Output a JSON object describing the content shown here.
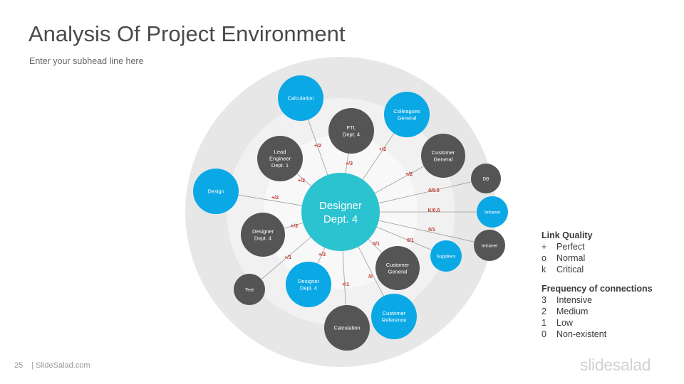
{
  "title": "Analysis Of Project Environment",
  "subtitle": "Enter your subhead  line here",
  "colors": {
    "blue": "#0ba8e6",
    "dark": "#555555",
    "center": "#2bc3d0",
    "link": "#c0392b",
    "ring_outer": "#e7e7e7",
    "ring_mid": "#f1f1f1",
    "ring_inner": "#f8f8f8"
  },
  "center_node": {
    "line1": "Designer",
    "line2": "Dept. 4"
  },
  "nodes": [
    {
      "lines": [
        "Calculation"
      ],
      "color": "blue",
      "link": "+/2"
    },
    {
      "lines": [
        "FTL",
        "Dept. 4"
      ],
      "color": "dark",
      "link": "+/3"
    },
    {
      "lines": [
        "Colleagues",
        "General"
      ],
      "color": "blue",
      "link": "+/2"
    },
    {
      "lines": [
        "Lead",
        "Engineer",
        "Dept. 1"
      ],
      "color": "dark",
      "link": "+/2"
    },
    {
      "lines": [
        "Customer",
        "General"
      ],
      "color": "dark",
      "link": "+/2"
    },
    {
      "lines": [
        "Design"
      ],
      "color": "blue",
      "link": "+/2"
    },
    {
      "lines": [
        "DB"
      ],
      "color": "dark",
      "link": "0/0.5"
    },
    {
      "lines": [
        "Intranet"
      ],
      "color": "blue",
      "link": "K/0.5"
    },
    {
      "lines": [
        "Intranet"
      ],
      "color": "dark",
      "link": "0/1"
    },
    {
      "lines": [
        "Designer",
        "Dept. 4"
      ],
      "color": "dark",
      "link": "+/3"
    },
    {
      "lines": [
        "Suppliers"
      ],
      "color": "blue",
      "link": "0/1"
    },
    {
      "lines": [
        "Customer",
        "General"
      ],
      "color": "dark",
      "link": "0/1"
    },
    {
      "lines": [
        "Test"
      ],
      "color": "dark",
      "link": "+/1"
    },
    {
      "lines": [
        "Designer",
        "Dept. 4"
      ],
      "color": "blue",
      "link": "+/3"
    },
    {
      "lines": [
        "Customer",
        "Reference"
      ],
      "color": "blue",
      "link": "/0"
    },
    {
      "lines": [
        "Calculation"
      ],
      "color": "dark",
      "link": "+/1"
    }
  ],
  "legend": {
    "quality_title": "Link Quality",
    "quality": [
      {
        "symbol": "+",
        "text": "Perfect"
      },
      {
        "symbol": "o",
        "text": "Normal"
      },
      {
        "symbol": "k",
        "text": "Critical"
      }
    ],
    "frequency_title": "Frequency of connections",
    "frequency": [
      {
        "symbol": "3",
        "text": "Intensive"
      },
      {
        "symbol": "2",
        "text": "Medium"
      },
      {
        "symbol": "1",
        "text": "Low"
      },
      {
        "symbol": "0",
        "text": "Non-existent"
      }
    ]
  },
  "footer": {
    "page": "25",
    "site": "| SlideSalad.com"
  },
  "brand": "slidesalad"
}
